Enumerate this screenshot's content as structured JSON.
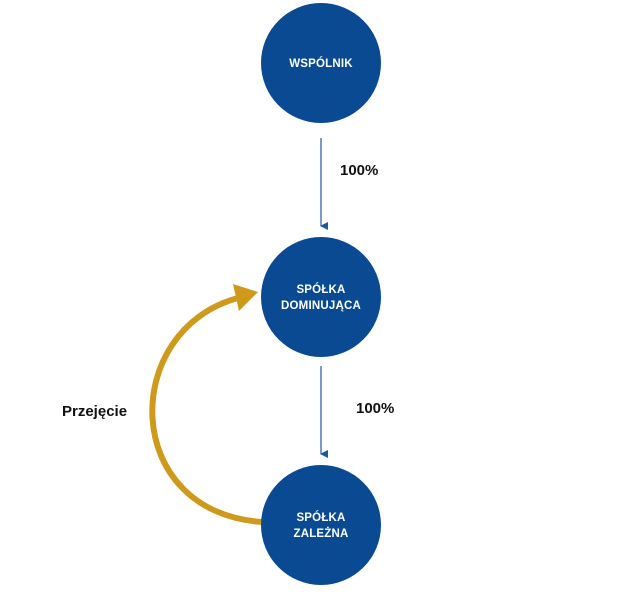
{
  "colors": {
    "node_fill": "#0a4a93",
    "connector": "#1f5aa0",
    "loop_arrow": "#cf9a1c",
    "text_dark": "#111111"
  },
  "nodes": {
    "wspolnik": {
      "line1": "WSPÓLNIK"
    },
    "dominujaca": {
      "line1": "SPÓŁKA",
      "line2": "DOMINUJĄCA"
    },
    "zalezna": {
      "line1": "SPÓŁKA",
      "line2": "ZALEŻNA"
    }
  },
  "edges": {
    "top_share": "100%",
    "bottom_share": "100%",
    "loop_label": "Przejęcie"
  }
}
